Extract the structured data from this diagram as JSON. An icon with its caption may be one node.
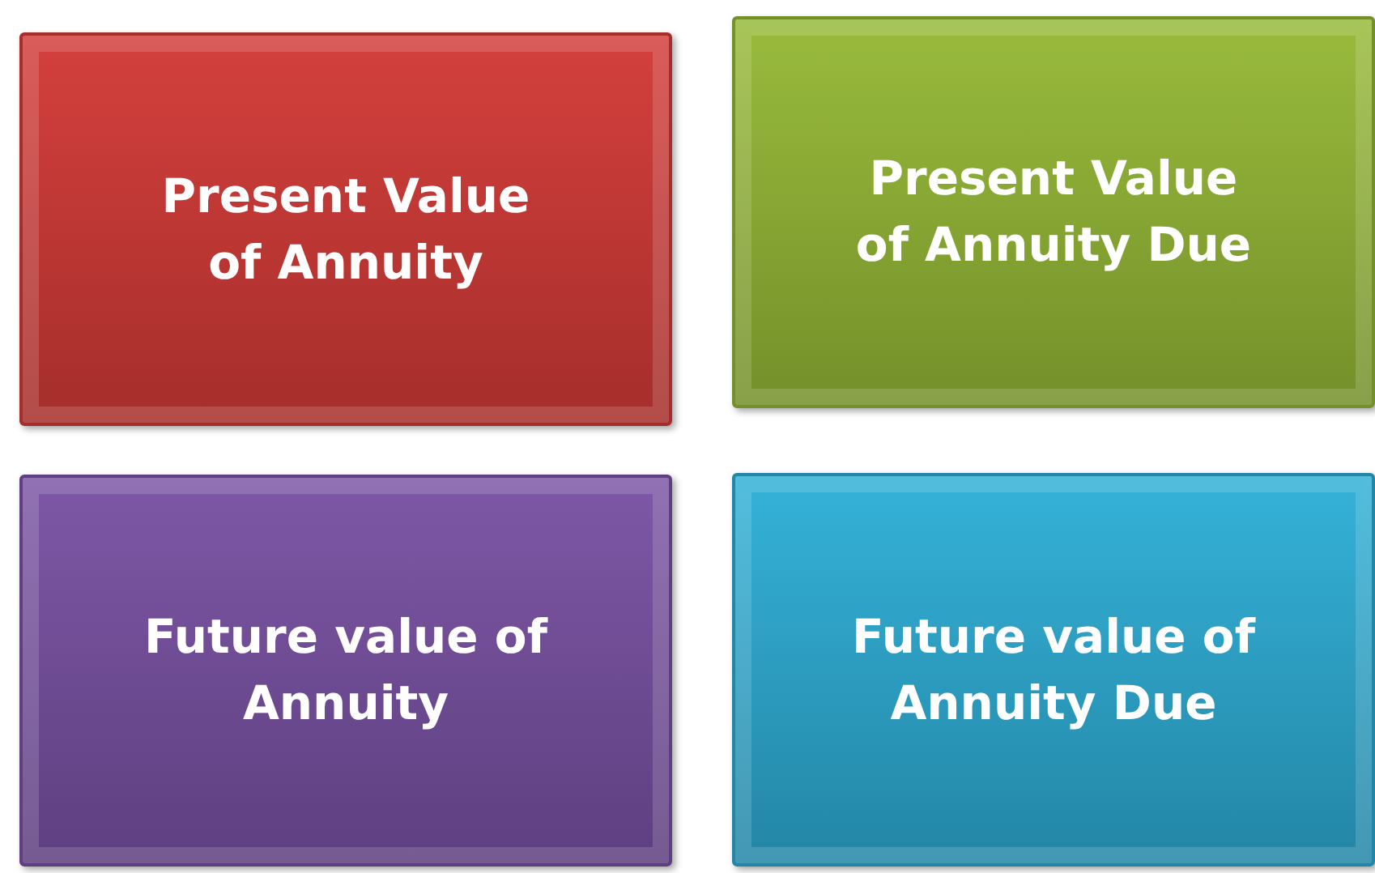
{
  "diagram": {
    "nodes": [
      {
        "text": [
          "Present Value of Annuity"
        ]
      },
      {
        "text": [
          "Present Value of Annuity Due"
        ]
      },
      {
        "text": [
          "Future value of Annuity"
        ]
      },
      {
        "text": [
          "Future value of Annuity Due"
        ]
      }
    ]
  }
}
